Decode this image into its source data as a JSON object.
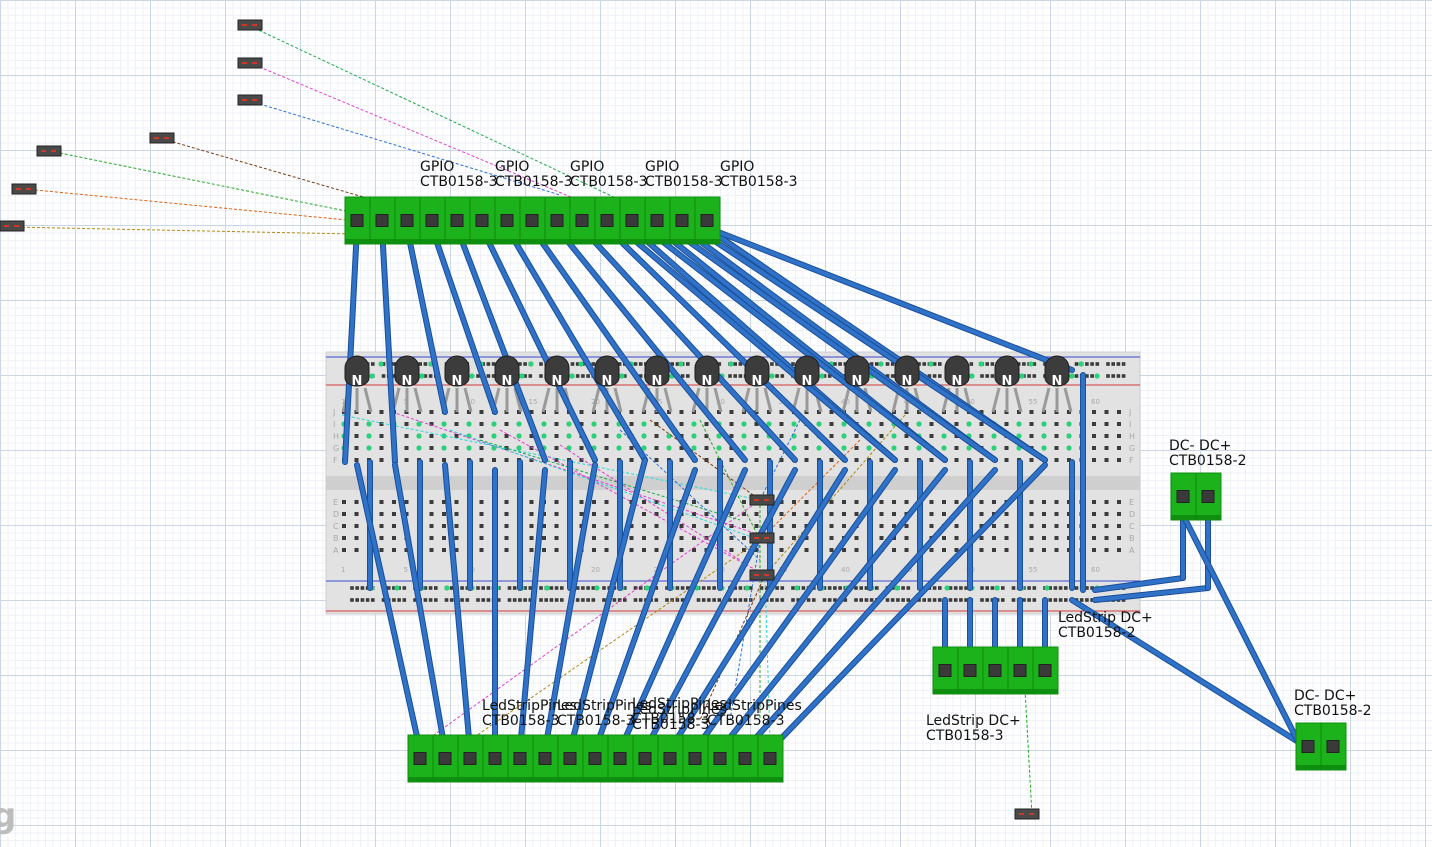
{
  "canvas": {
    "logo_glyph": "g",
    "background": "#ffffff",
    "grid_color": "#c9d6e6"
  },
  "colors": {
    "wire": "#2f72c8",
    "terminal_green": "#1bb21b",
    "breadboard": "#e2e2e2",
    "rail_red": "#d23a3a",
    "rail_blue": "#3a4ad2",
    "hole_pin": "#2bd27a",
    "transistor": "#3c3c3c"
  },
  "gpio_terminal": {
    "labels": [
      {
        "line1": "GPIO",
        "line2": "CTB0158-3"
      },
      {
        "line1": "GPIO",
        "line2": "CTB0158-3"
      },
      {
        "line1": "GPIO",
        "line2": "CTB0158-3"
      },
      {
        "line1": "GPIO",
        "line2": "CTB0158-3"
      },
      {
        "line1": "GPIO",
        "line2": "CTB0158-3"
      }
    ]
  },
  "led_strip_pins_terminal": {
    "labels": [
      {
        "line1": "LedStripPines",
        "line2": "CTB0158-3"
      },
      {
        "line1": "LedStripPines",
        "line2": "CTB0158-3"
      },
      {
        "line1": "LedStripPines",
        "line2": "CTB0158-3"
      },
      {
        "line1": "LedStripPines",
        "line2": "CTB0158-3"
      },
      {
        "line1": "LedStripPines",
        "line2": "CTB0158-3"
      }
    ]
  },
  "dc_terminal_top": {
    "line1": "DC- DC+",
    "line2": "CTB0158-2"
  },
  "dc_terminal_bottom": {
    "line1": "DC- DC+",
    "line2": "CTB0158-2"
  },
  "ledstrip_dc_terminal_3": {
    "line1": "LedStrip DC+",
    "line2": "CTB0158-3"
  },
  "ledstrip_dc_label_2": {
    "line1": "LedStrip DC+",
    "line2": "CTB0158-2"
  },
  "transistor_mark": "N",
  "breadboard": {
    "row_letters_top": [
      "J",
      "I",
      "H",
      "G",
      "F"
    ],
    "row_letters_bottom": [
      "E",
      "D",
      "C",
      "B",
      "A"
    ],
    "column_numbers": [
      "1",
      "5",
      "10",
      "15",
      "20",
      "25",
      "30",
      "35",
      "40",
      "45",
      "50",
      "55",
      "60"
    ]
  },
  "ratsnest_colors": [
    "#1aa84a",
    "#e23fd0",
    "#2a6fd8",
    "#7a3a10",
    "#22a822",
    "#e06010",
    "#b08a10",
    "#2ad6d6"
  ]
}
